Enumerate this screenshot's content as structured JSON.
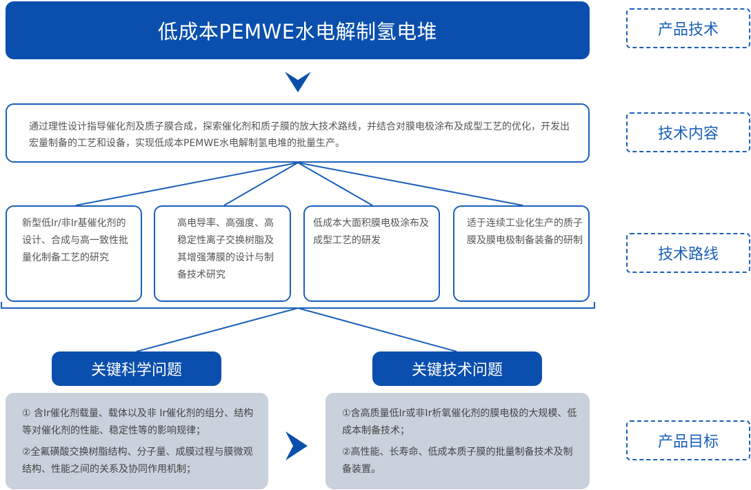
{
  "title": "低成本PEMWE水电解制氢电堆",
  "side_labels": {
    "product_tech": "产品技术",
    "tech_content": "技术内容",
    "tech_route": "技术路线",
    "product_goal": "产品目标"
  },
  "content_text": "通过理性设计指导催化剂及质子膜合成，探索催化剂和质子膜的放大技术路线，并结合对膜电极涂布及成型工艺的优化，开发出宏量制备的工艺和设备，实现低成本PEMWE水电解制氢电堆的批量生产。",
  "routes": [
    "新型低Ir/非Ir基催化剂的设计、合成与高一致性批量化制备工艺的研究",
    "高电导率、高强度、高稳定性离子交换树脂及其增强薄膜的设计与制备技术研究",
    "低成本大面积膜电极涂布及成型工艺的研发",
    "适于连续工业化生产的质子膜及膜电极制备装备的研制"
  ],
  "key_science": {
    "label": "关键科学问题",
    "items": [
      "① 含Ir催化剂载量、载体以及非 Ir催化剂的组分、结构等对催化剂的性能、稳定性等的影响规律；",
      "②全氟磺酸交换树脂结构、分子量、成膜过程与膜微观结构、性能之间的关系及协同作用机制；"
    ]
  },
  "key_tech": {
    "label": "关键技术问题",
    "items": [
      "①含高质量低Ir或非Ir析氧催化剂的膜电极的大规模、低成本制备技术；",
      "②高性能、长寿命、低成本质子膜的批量制备技术及制备装置。"
    ]
  },
  "colors": {
    "primary": "#0a4fad",
    "border": "#1a5fb8",
    "grey_box": "#c9d1dc"
  }
}
